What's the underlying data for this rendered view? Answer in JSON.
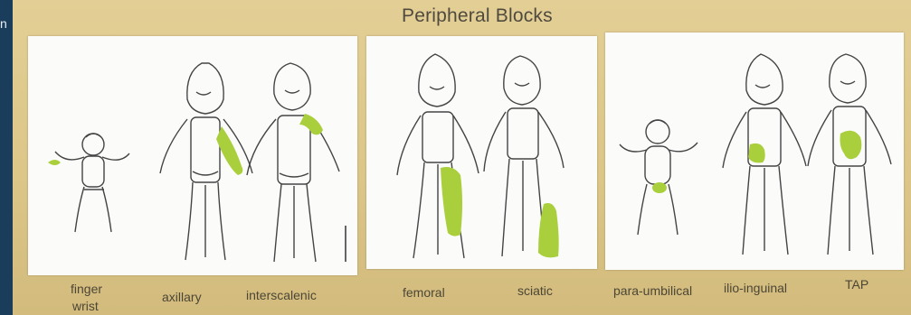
{
  "title": "Peripheral Blocks",
  "edge_text": "n",
  "labels": {
    "finger_wrist": [
      "finger",
      "wrist"
    ],
    "axillary": "axillary",
    "interscalenic": "interscalenic",
    "femoral": "femoral",
    "sciatic": "sciatic",
    "para_umbilical": "para-umbilical",
    "ilio_inguinal": "ilio-inguinal",
    "tap": "TAP"
  },
  "colors": {
    "highlight": "#a9cf3c",
    "background": "#1b3d5c",
    "board": "#dcc688",
    "line": "#444"
  }
}
